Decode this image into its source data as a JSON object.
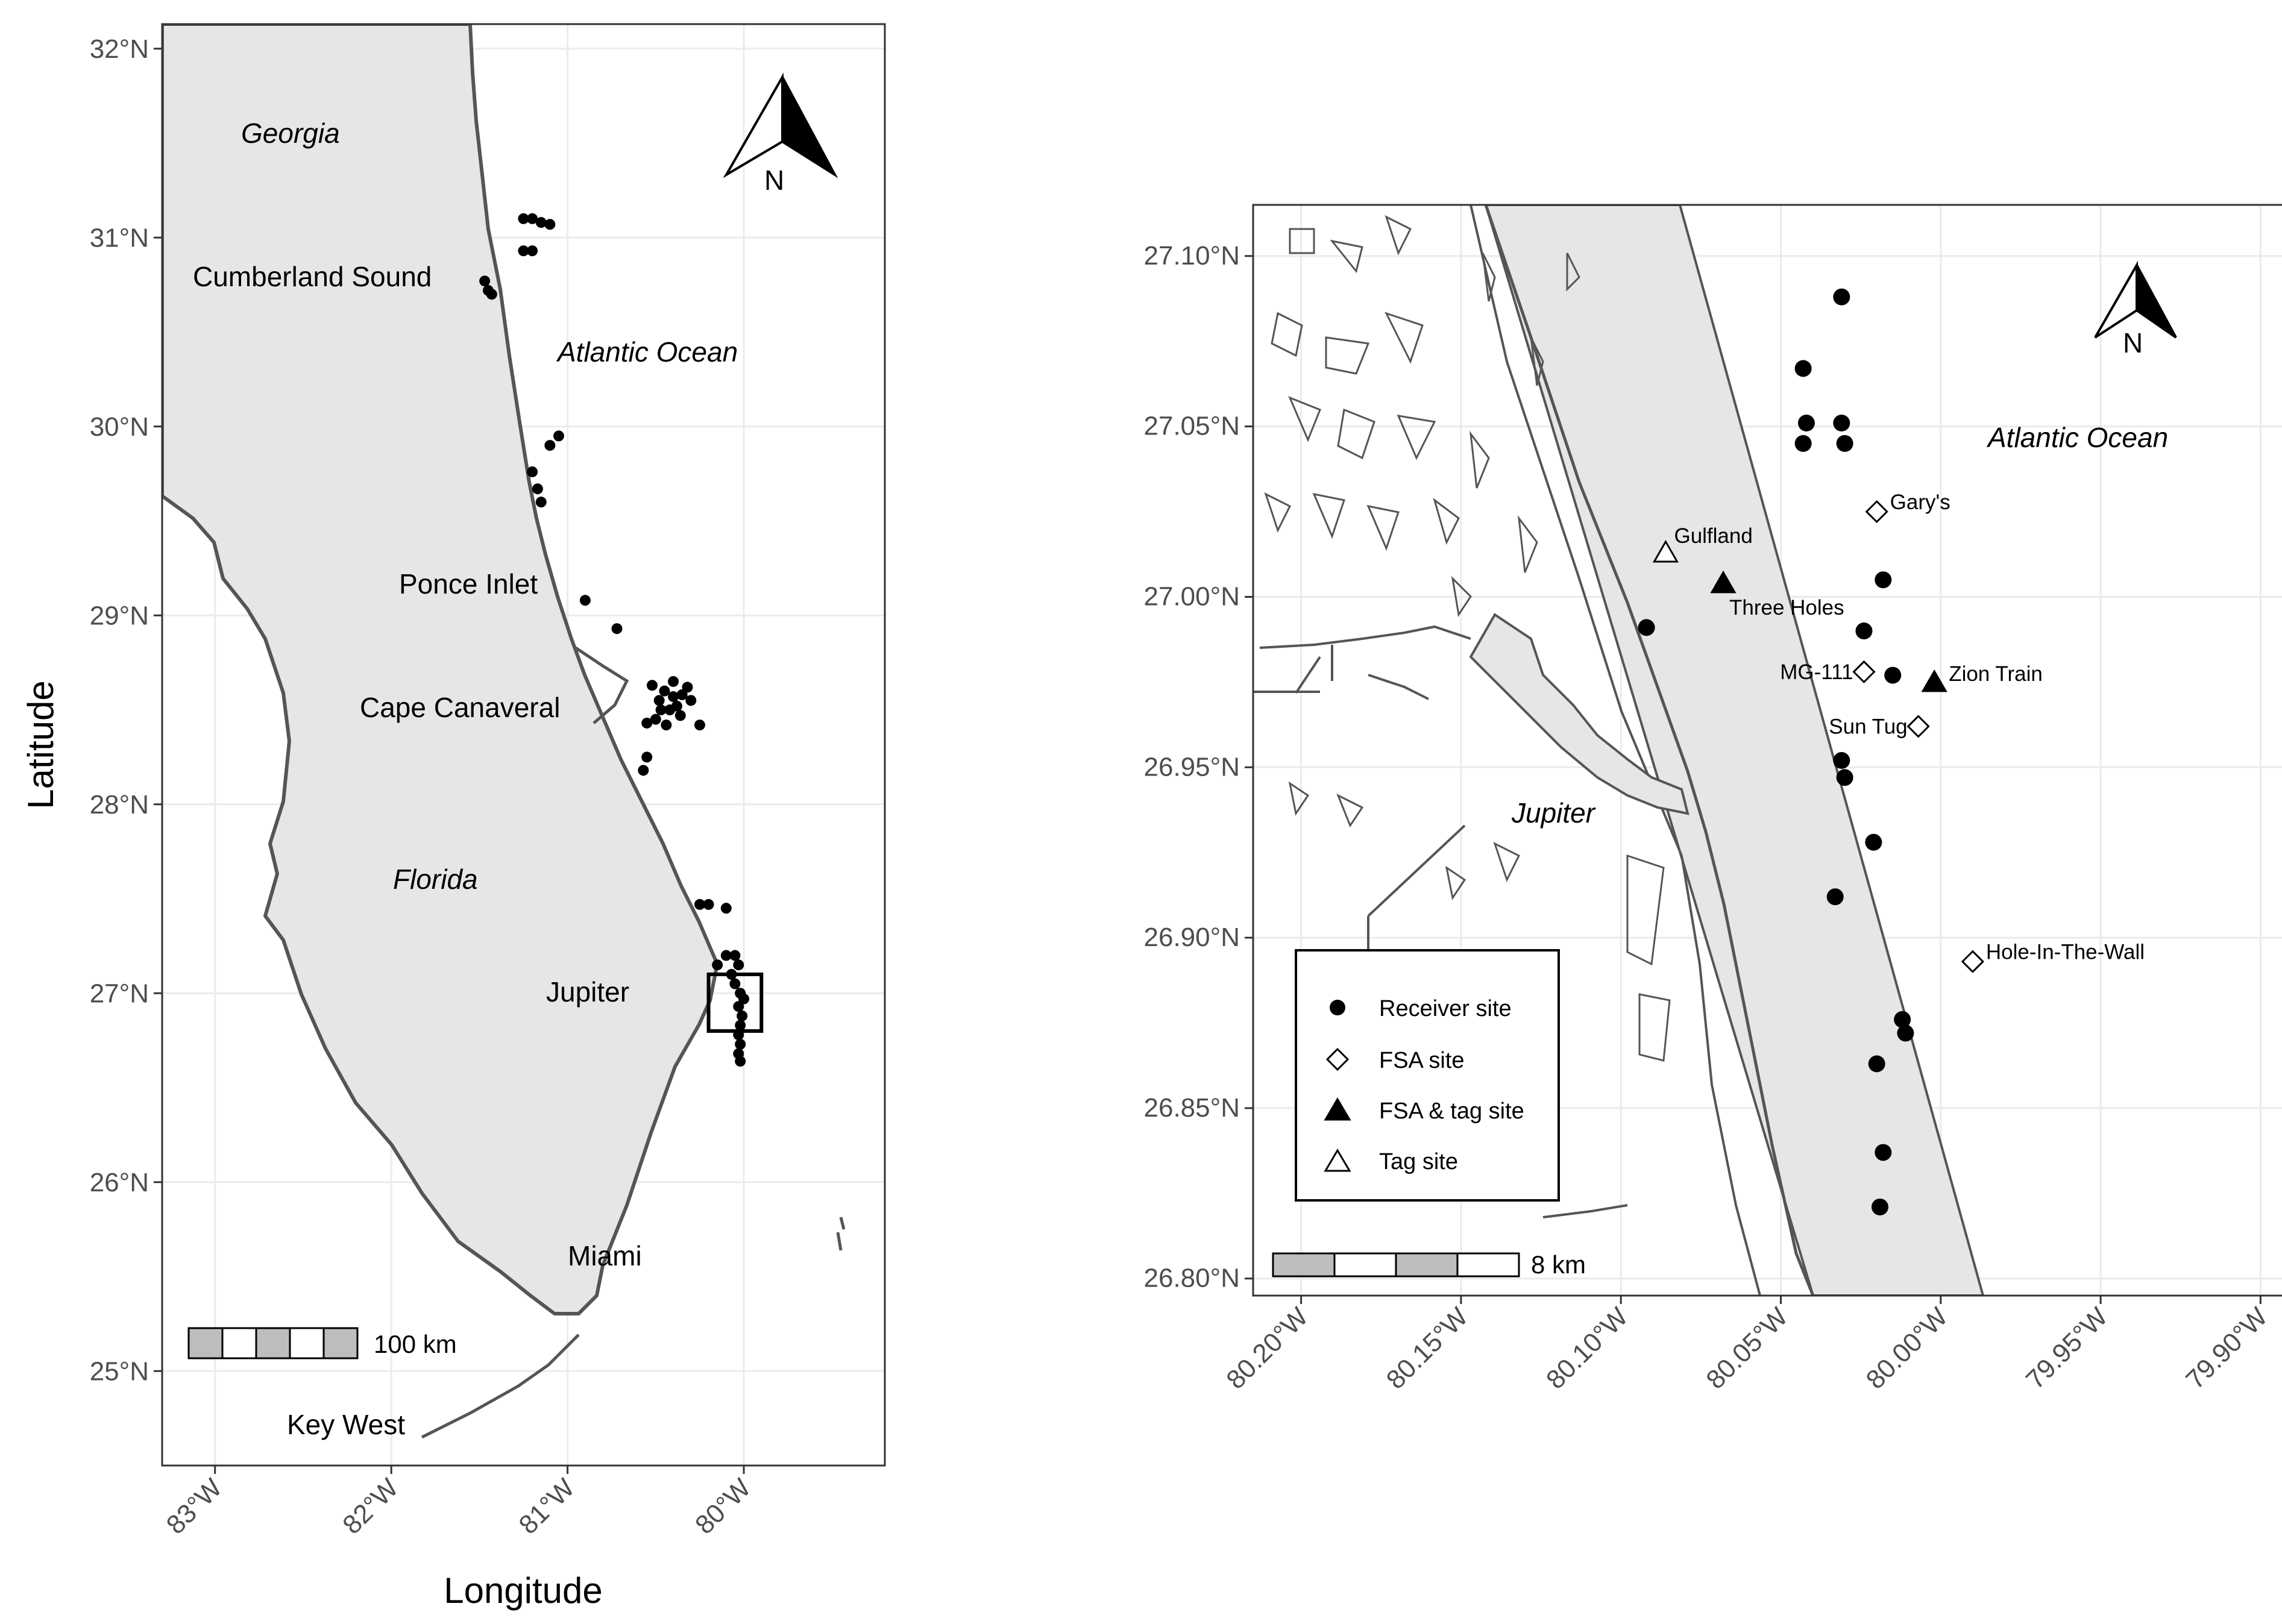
{
  "left_map": {
    "axes": {
      "xlabel": "Longitude",
      "ylabel": "Latitude",
      "x_ticks": [
        "83°W",
        "82°W",
        "81°W",
        "80°W"
      ],
      "y_ticks": [
        "25°N",
        "26°N",
        "27°N",
        "28°N",
        "29°N",
        "30°N",
        "31°N",
        "32°N"
      ]
    },
    "labels": {
      "georgia": "Georgia",
      "atlantic": "Atlantic Ocean",
      "cumberland": "Cumberland Sound",
      "ponce": "Ponce Inlet",
      "canaveral": "Cape Canaveral",
      "florida": "Florida",
      "jupiter": "Jupiter",
      "miami": "Miami",
      "keywest": "Key West"
    },
    "north_arrow": "N",
    "scale_bar": "100 km",
    "inset_box": {
      "lon": [
        -80.2,
        -79.9
      ],
      "lat": [
        26.8,
        27.1
      ]
    },
    "receivers": [
      [
        -81.2,
        31.1
      ],
      [
        -81.25,
        31.1
      ],
      [
        -81.15,
        31.08
      ],
      [
        -81.1,
        31.07
      ],
      [
        -81.2,
        30.93
      ],
      [
        -81.25,
        30.93
      ],
      [
        -81.47,
        30.77
      ],
      [
        -81.45,
        30.72
      ],
      [
        -81.43,
        30.7
      ],
      [
        -81.05,
        29.95
      ],
      [
        -81.1,
        29.9
      ],
      [
        -81.2,
        29.76
      ],
      [
        -81.17,
        29.67
      ],
      [
        -81.15,
        29.6
      ],
      [
        -80.9,
        29.08
      ],
      [
        -80.72,
        28.93
      ],
      [
        -80.52,
        28.63
      ],
      [
        -80.45,
        28.6
      ],
      [
        -80.4,
        28.57
      ],
      [
        -80.35,
        28.58
      ],
      [
        -80.48,
        28.55
      ],
      [
        -80.42,
        28.5
      ],
      [
        -80.38,
        28.52
      ],
      [
        -80.36,
        28.47
      ],
      [
        -80.5,
        28.45
      ],
      [
        -80.44,
        28.42
      ],
      [
        -80.55,
        28.43
      ],
      [
        -80.3,
        28.55
      ],
      [
        -80.25,
        28.42
      ],
      [
        -80.4,
        28.65
      ],
      [
        -80.32,
        28.62
      ],
      [
        -80.47,
        28.5
      ],
      [
        -80.55,
        28.25
      ],
      [
        -80.57,
        28.18
      ],
      [
        -80.2,
        27.47
      ],
      [
        -80.25,
        27.47
      ],
      [
        -80.1,
        27.45
      ],
      [
        -80.1,
        27.2
      ],
      [
        -80.05,
        27.2
      ],
      [
        -80.03,
        27.15
      ],
      [
        -80.15,
        27.15
      ],
      [
        -80.07,
        27.1
      ],
      [
        -80.05,
        27.05
      ],
      [
        -80.02,
        27.0
      ],
      [
        -80.0,
        26.97
      ],
      [
        -80.03,
        26.93
      ],
      [
        -80.01,
        26.88
      ],
      [
        -80.02,
        26.83
      ],
      [
        -80.03,
        26.78
      ],
      [
        -80.02,
        26.73
      ],
      [
        -80.03,
        26.68
      ],
      [
        -80.02,
        26.64
      ]
    ]
  },
  "right_map": {
    "axes": {
      "x_ticks": [
        "80.20°W",
        "80.15°W",
        "80.10°W",
        "80.05°W",
        "80.00°W",
        "79.95°W",
        "79.90°W"
      ],
      "y_ticks": [
        "26.80°N",
        "26.85°N",
        "26.90°N",
        "26.95°N",
        "27.00°N",
        "27.05°N",
        "27.10°N"
      ]
    },
    "labels": {
      "atlantic": "Atlantic Ocean",
      "jupiter": "Jupiter"
    },
    "north_arrow": "N",
    "scale_bar": "8 km",
    "legend": {
      "receiver": "Receiver site",
      "fsa": "FSA site",
      "fsa_tag": "FSA & tag site",
      "tag": "Tag site"
    },
    "receivers": [
      [
        -80.031,
        27.088
      ],
      [
        -80.043,
        27.067
      ],
      [
        -80.042,
        27.051
      ],
      [
        -80.031,
        27.051
      ],
      [
        -80.043,
        27.045
      ],
      [
        -80.03,
        27.045
      ],
      [
        -80.018,
        27.005
      ],
      [
        -80.024,
        26.99
      ],
      [
        -80.015,
        26.977
      ],
      [
        -80.031,
        26.952
      ],
      [
        -80.03,
        26.947
      ],
      [
        -80.021,
        26.928
      ],
      [
        -80.033,
        26.912
      ],
      [
        -80.012,
        26.876
      ],
      [
        -80.011,
        26.872
      ],
      [
        -80.02,
        26.863
      ],
      [
        -80.018,
        26.837
      ],
      [
        -80.019,
        26.821
      ],
      [
        -80.092,
        26.991
      ]
    ],
    "fsa_sites": [
      {
        "name": "Gary's",
        "lon": -80.02,
        "lat": 27.025
      },
      {
        "name": "MG-111",
        "lon": -80.024,
        "lat": 26.978
      },
      {
        "name": "Sun Tug",
        "lon": -80.007,
        "lat": 26.962
      },
      {
        "name": "Hole-In-The-Wall",
        "lon": -79.99,
        "lat": 26.893
      }
    ],
    "fsa_tag_sites": [
      {
        "name": "Three Holes",
        "lon": -80.068,
        "lat": 27.004
      },
      {
        "name": "Zion Train",
        "lon": -80.002,
        "lat": 26.975
      }
    ],
    "tag_sites": [
      {
        "name": "Gulfland",
        "lon": -80.086,
        "lat": 27.013
      }
    ]
  }
}
